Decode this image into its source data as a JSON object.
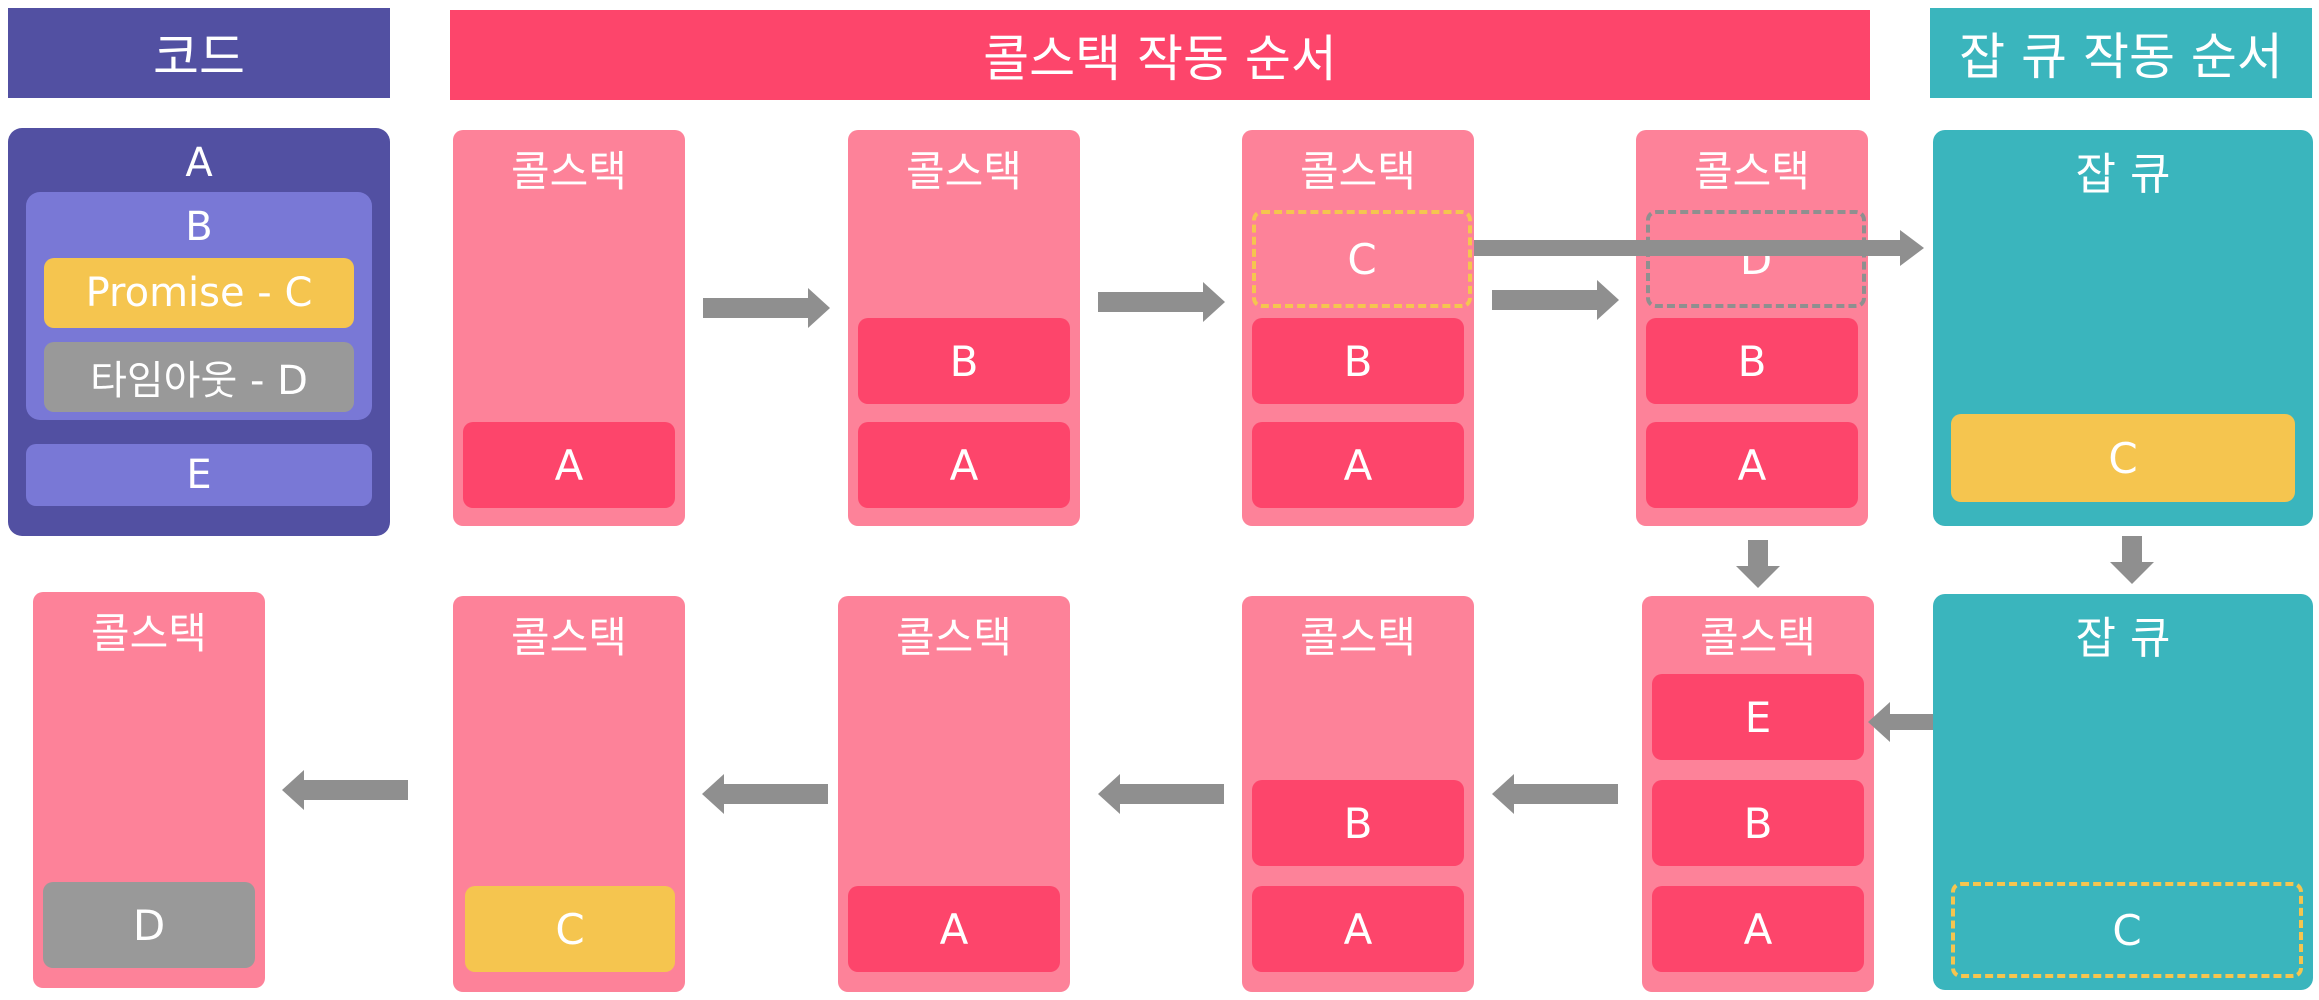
{
  "headers": {
    "code": "코드",
    "callstack_order": "콜스택 작동 순서",
    "jobqueue_order": "잡 큐 작동 순서"
  },
  "code": {
    "a": "A",
    "b": "B",
    "promise": "Promise - C",
    "timeout": "타임아웃 - D",
    "e": "E"
  },
  "stack_title": "콜스택",
  "queue_title": "잡 큐",
  "row1": [
    {
      "blocks": [
        "A"
      ]
    },
    {
      "blocks": [
        "B",
        "A"
      ]
    },
    {
      "blocks": [
        "C",
        "B",
        "A"
      ]
    },
    {
      "blocks": [
        "D",
        "B",
        "A"
      ]
    }
  ],
  "row1_queue": [
    "C"
  ],
  "row2_queue": [
    "C"
  ],
  "row2": [
    {
      "blocks": [
        "E",
        "B",
        "A"
      ]
    },
    {
      "blocks": [
        "B",
        "A"
      ]
    },
    {
      "blocks": [
        "A"
      ]
    },
    {
      "blocks": [
        "C"
      ]
    },
    {
      "blocks": [
        "D"
      ]
    }
  ],
  "colors": {
    "header_code": "#5250a2",
    "header_callstack": "#fd456b",
    "header_jobqueue": "#3ab5bd",
    "stack_bg": "#fd8299",
    "block_red": "#fd456b",
    "block_yellow": "#f5c54f",
    "block_gray": "#999999",
    "arrow": "#8f8f8f"
  }
}
